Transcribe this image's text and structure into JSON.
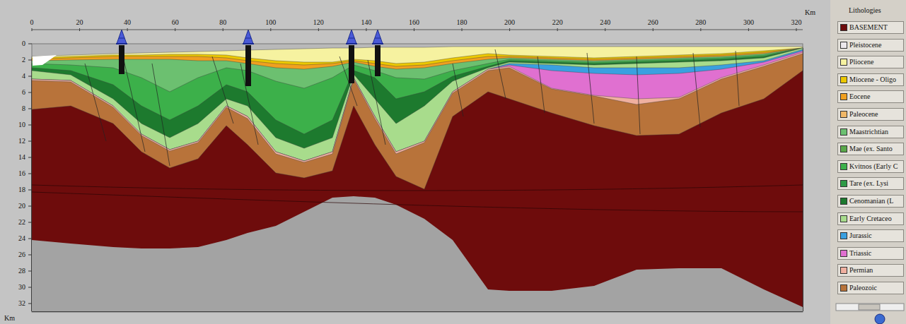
{
  "diagram": {
    "labels": [
      "0",
      "20",
      "40",
      "60",
      "80",
      "100",
      "120",
      "140",
      "160",
      "180",
      "200",
      "220",
      "240",
      "260",
      "280",
      "300",
      "320",
      "Km",
      "0",
      "2",
      "4",
      "6",
      "8",
      "10",
      "12",
      "14",
      "16",
      "18",
      "20",
      "22",
      "24",
      "26",
      "28",
      "30",
      "32",
      "Km",
      "Lithologies"
    ],
    "legend": [
      {
        "text": "BASEMENT",
        "color": "#6e0c0c"
      },
      {
        "text": "Pleistocene",
        "color": "#ece8ec"
      },
      {
        "text": "Pliocene",
        "color": "#f6f2a0"
      },
      {
        "text": "Miocene - Oligo",
        "color": "#ecc800"
      },
      {
        "text": "Eocene",
        "color": "#f0a020"
      },
      {
        "text": "Paleocene",
        "color": "#f0b868"
      },
      {
        "text": "Maastrichtian",
        "color": "#6cc070"
      },
      {
        "text": "Mae (ex. Santo",
        "color": "#5aa84a"
      },
      {
        "text": "Kvitnos (Early C",
        "color": "#3cb04a"
      },
      {
        "text": "Tare (ex. Lysi",
        "color": "#2e9a46"
      },
      {
        "text": "Cenomanian (L",
        "color": "#1d7a2e"
      },
      {
        "text": "Early Cretaceo",
        "color": "#a8dc8c"
      },
      {
        "text": "Jurassic",
        "color": "#3aa0e0"
      },
      {
        "text": "Triassic",
        "color": "#e070d0"
      },
      {
        "text": "Permian",
        "color": "#f0b0a0"
      },
      {
        "text": "Paleozoic",
        "color": "#b8733a"
      }
    ]
  }
}
